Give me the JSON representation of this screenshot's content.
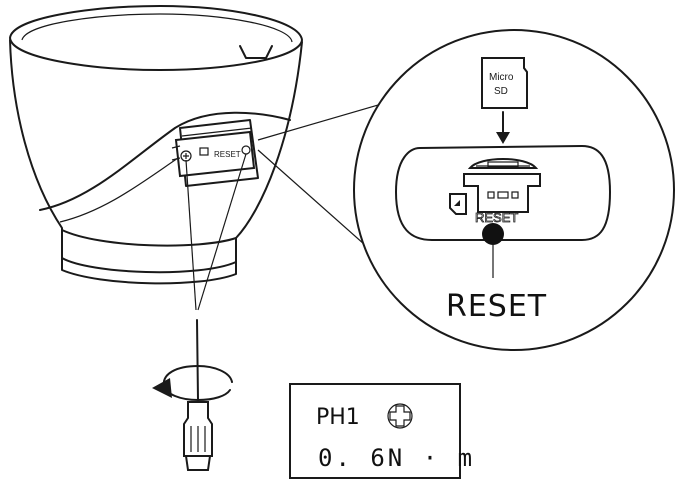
{
  "diagram": {
    "sd_card_line1": "Micro",
    "sd_card_line2": "SD",
    "panel_reset_small": "RESET",
    "zoom_reset_label": "RESET",
    "reset_callout_label": "RESET",
    "screwdriver_type": "PH1",
    "torque_value": "0. 6N · m"
  },
  "icons": [
    "microsd-card-icon",
    "down-arrow-icon",
    "phillips-head-icon",
    "rotation-arrow-icon",
    "screwdriver-icon",
    "reset-button-icon"
  ]
}
